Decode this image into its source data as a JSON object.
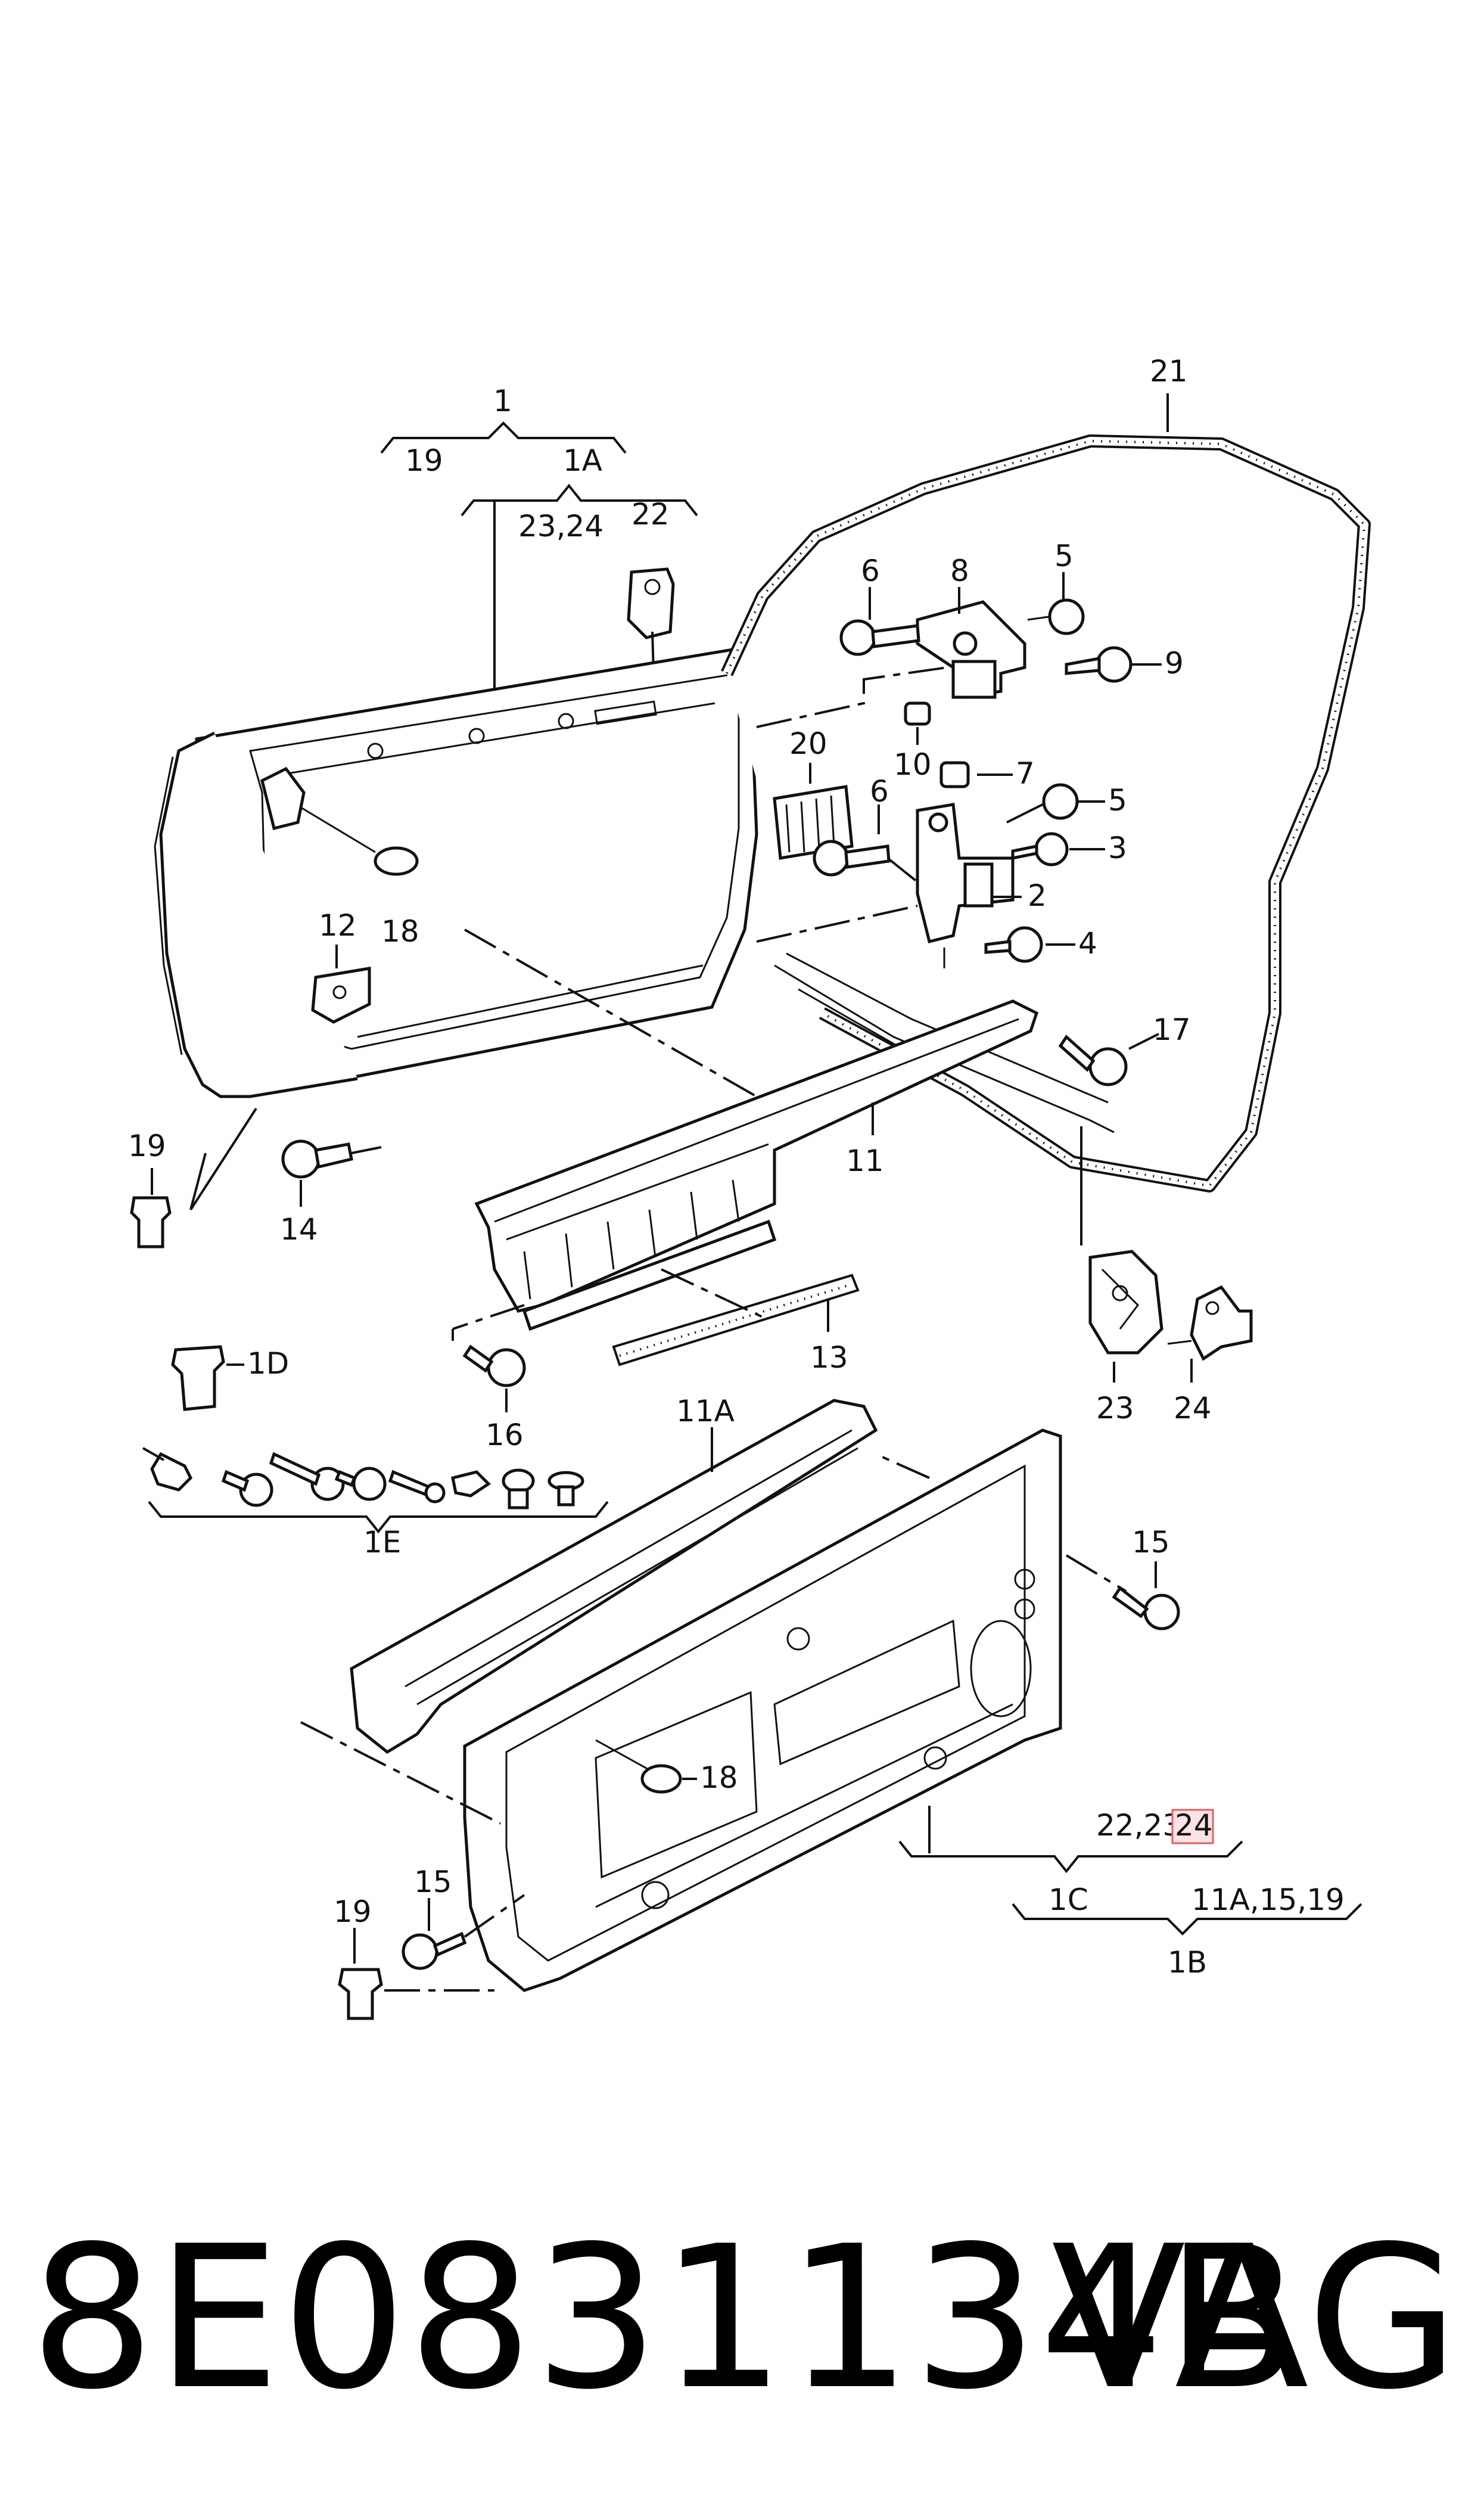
{
  "callouts": {
    "c1": "1",
    "c19top": "19",
    "c1A": "1A",
    "c2324": "23,24",
    "c22": "22",
    "c21": "21",
    "c6a": "6",
    "c8": "8",
    "c5a": "5",
    "c9": "9",
    "c20": "20",
    "c10": "10",
    "c7": "7",
    "c6b": "6",
    "c5b": "5",
    "c3": "3",
    "c2": "2",
    "c4": "4",
    "c17": "17",
    "c18a": "18",
    "c12": "12",
    "c19a": "19",
    "c14": "14",
    "c11": "11",
    "c13": "13",
    "c1D": "1D",
    "c16": "16",
    "c23": "23",
    "c24": "24",
    "c11A": "11A",
    "c1E": "1E",
    "c15a": "15",
    "c18b": "18",
    "c22_23": "22,23,",
    "c24hl": "24",
    "c1C": "1C",
    "c11A1519": "11A,15,19",
    "c1B": "1B",
    "c15b": "15",
    "c19b": "19"
  },
  "footer": {
    "part_number": "8E0831134B",
    "brand": "VAG"
  }
}
